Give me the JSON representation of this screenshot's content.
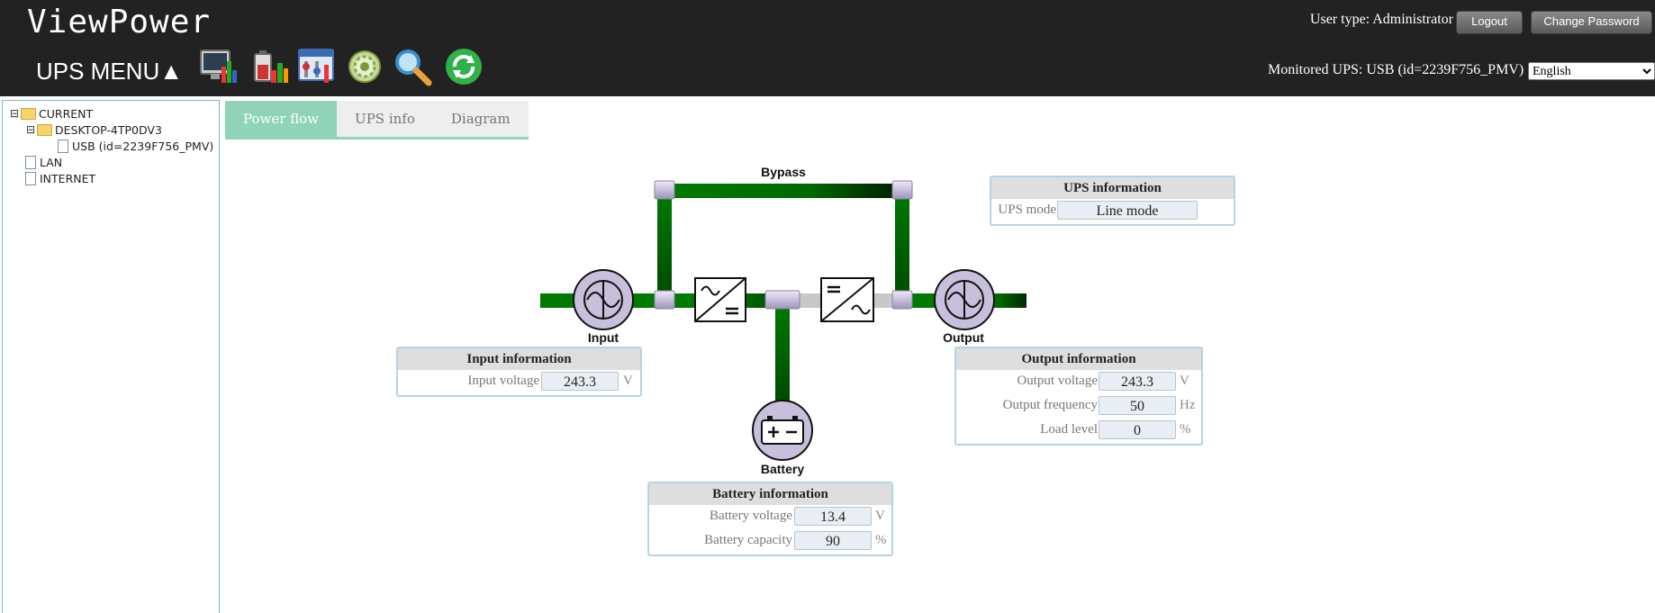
{
  "header": {
    "app_title": "ViewPower",
    "menu_label": "UPS MENU▲",
    "user_type": "User type: Administrator",
    "logout_label": "Logout",
    "change_password_label": "Change Password",
    "monitored_ups": "Monitored UPS: USB (id=2239F756_PMV)",
    "language": "English",
    "toolbar_icons": [
      "monitor-chart-icon",
      "battery-chart-icon",
      "configuration-icon",
      "settings-gear-icon",
      "search-magnifier-icon",
      "refresh-icon"
    ]
  },
  "tree": {
    "current": "CURRENT",
    "computer": "DESKTOP-4TP0DV3",
    "device": "USB (id=2239F756_PMV)",
    "lan": "LAN",
    "internet": "INTERNET",
    "expand_symbol": "⊟"
  },
  "tabs": [
    "Power flow",
    "UPS info",
    "Diagram"
  ],
  "active_tab": "Power flow",
  "diagram": {
    "bypass": "Bypass",
    "input": "Input",
    "output": "Output",
    "battery": "Battery",
    "flow_color": "#007a00",
    "node_color": "#c7bfdb"
  },
  "ups_info": {
    "title": "UPS information",
    "mode_label": "UPS mode",
    "mode_value": "Line mode"
  },
  "input_info": {
    "title": "Input information",
    "voltage_label": "Input voltage",
    "voltage_value": "243.3",
    "voltage_unit": "V"
  },
  "output_info": {
    "title": "Output information",
    "voltage_label": "Output voltage",
    "voltage_value": "243.3",
    "voltage_unit": "V",
    "frequency_label": "Output frequency",
    "frequency_value": "50",
    "frequency_unit": "Hz",
    "load_label": "Load level",
    "load_value": "0",
    "load_unit": "%"
  },
  "battery_info": {
    "title": "Battery information",
    "voltage_label": "Battery voltage",
    "voltage_value": "13.4",
    "voltage_unit": "V",
    "capacity_label": "Battery capacity",
    "capacity_value": "90",
    "capacity_unit": "%"
  }
}
